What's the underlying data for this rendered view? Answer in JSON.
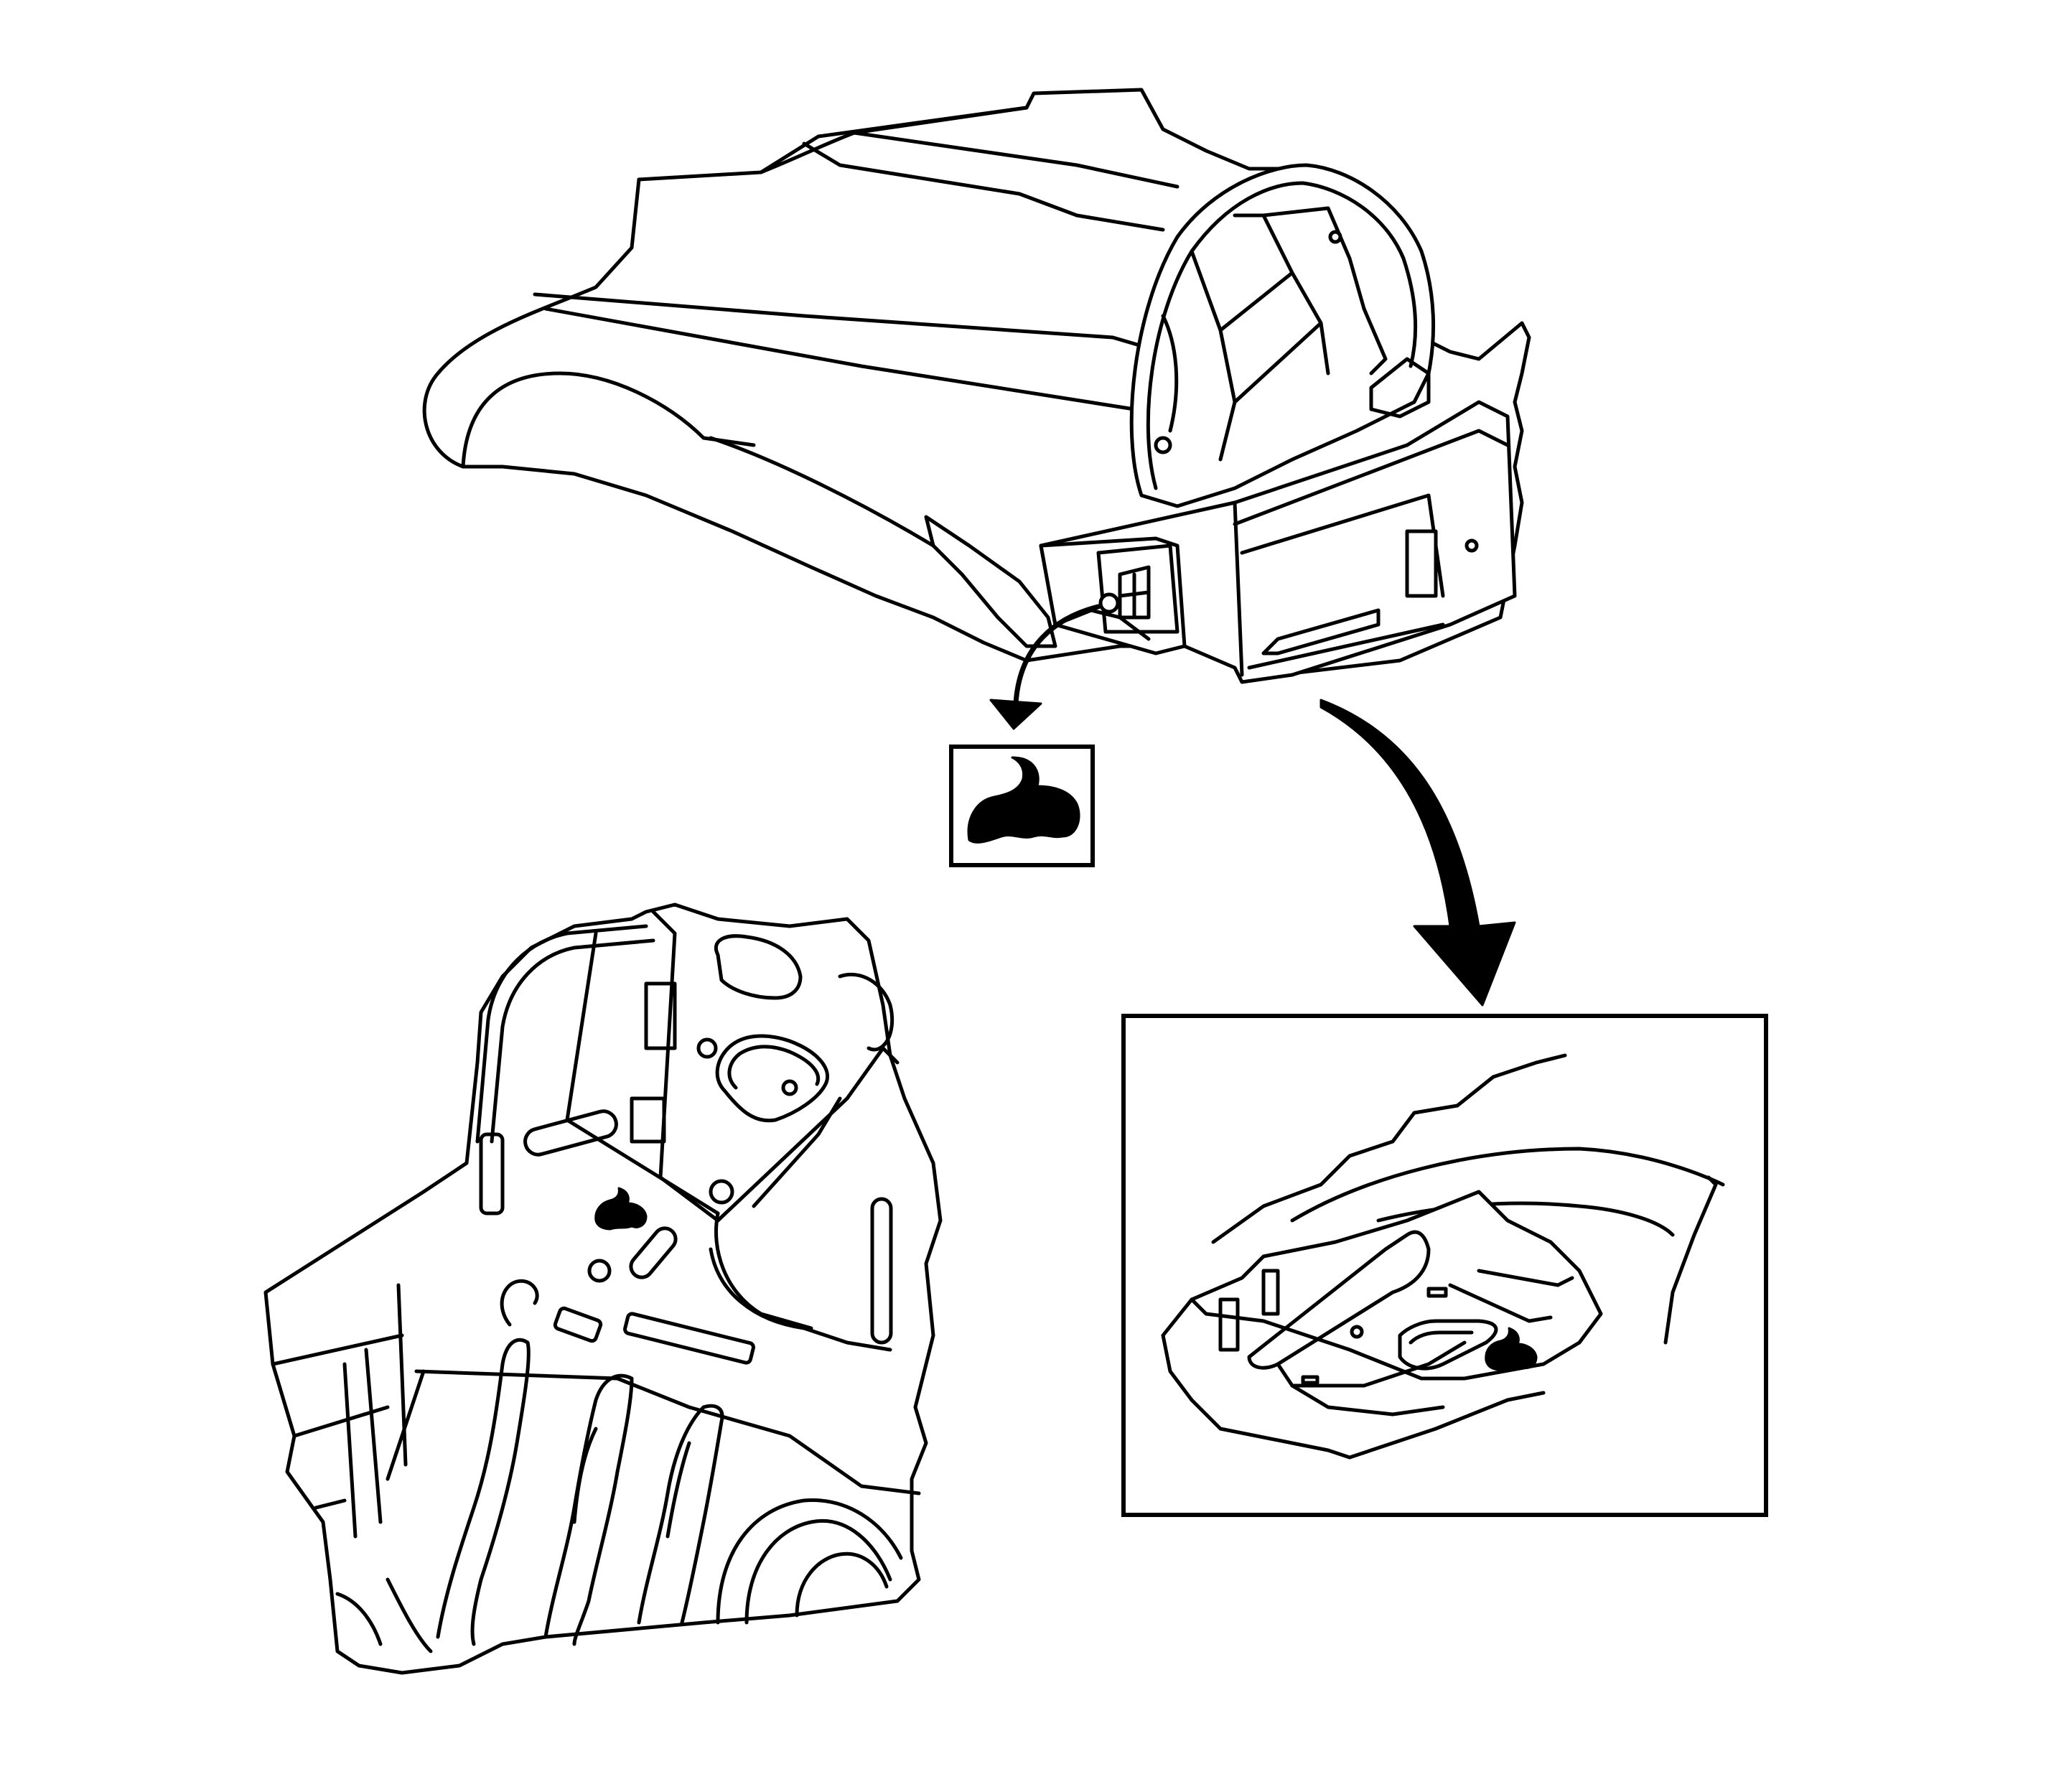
{
  "colors": {
    "line": "#000000",
    "background": "#ffffff"
  },
  "icons": {
    "weld_symbol": "mig-plug-weld-symbol",
    "arrows": "curved-arrow"
  },
  "views": {
    "overview": "quarter-panel-wheelhouse-overview",
    "legend": "weld-symbol-legend",
    "detail_left": "rear-compartment-detail",
    "detail_right": "rail-extension-detail-inset"
  }
}
